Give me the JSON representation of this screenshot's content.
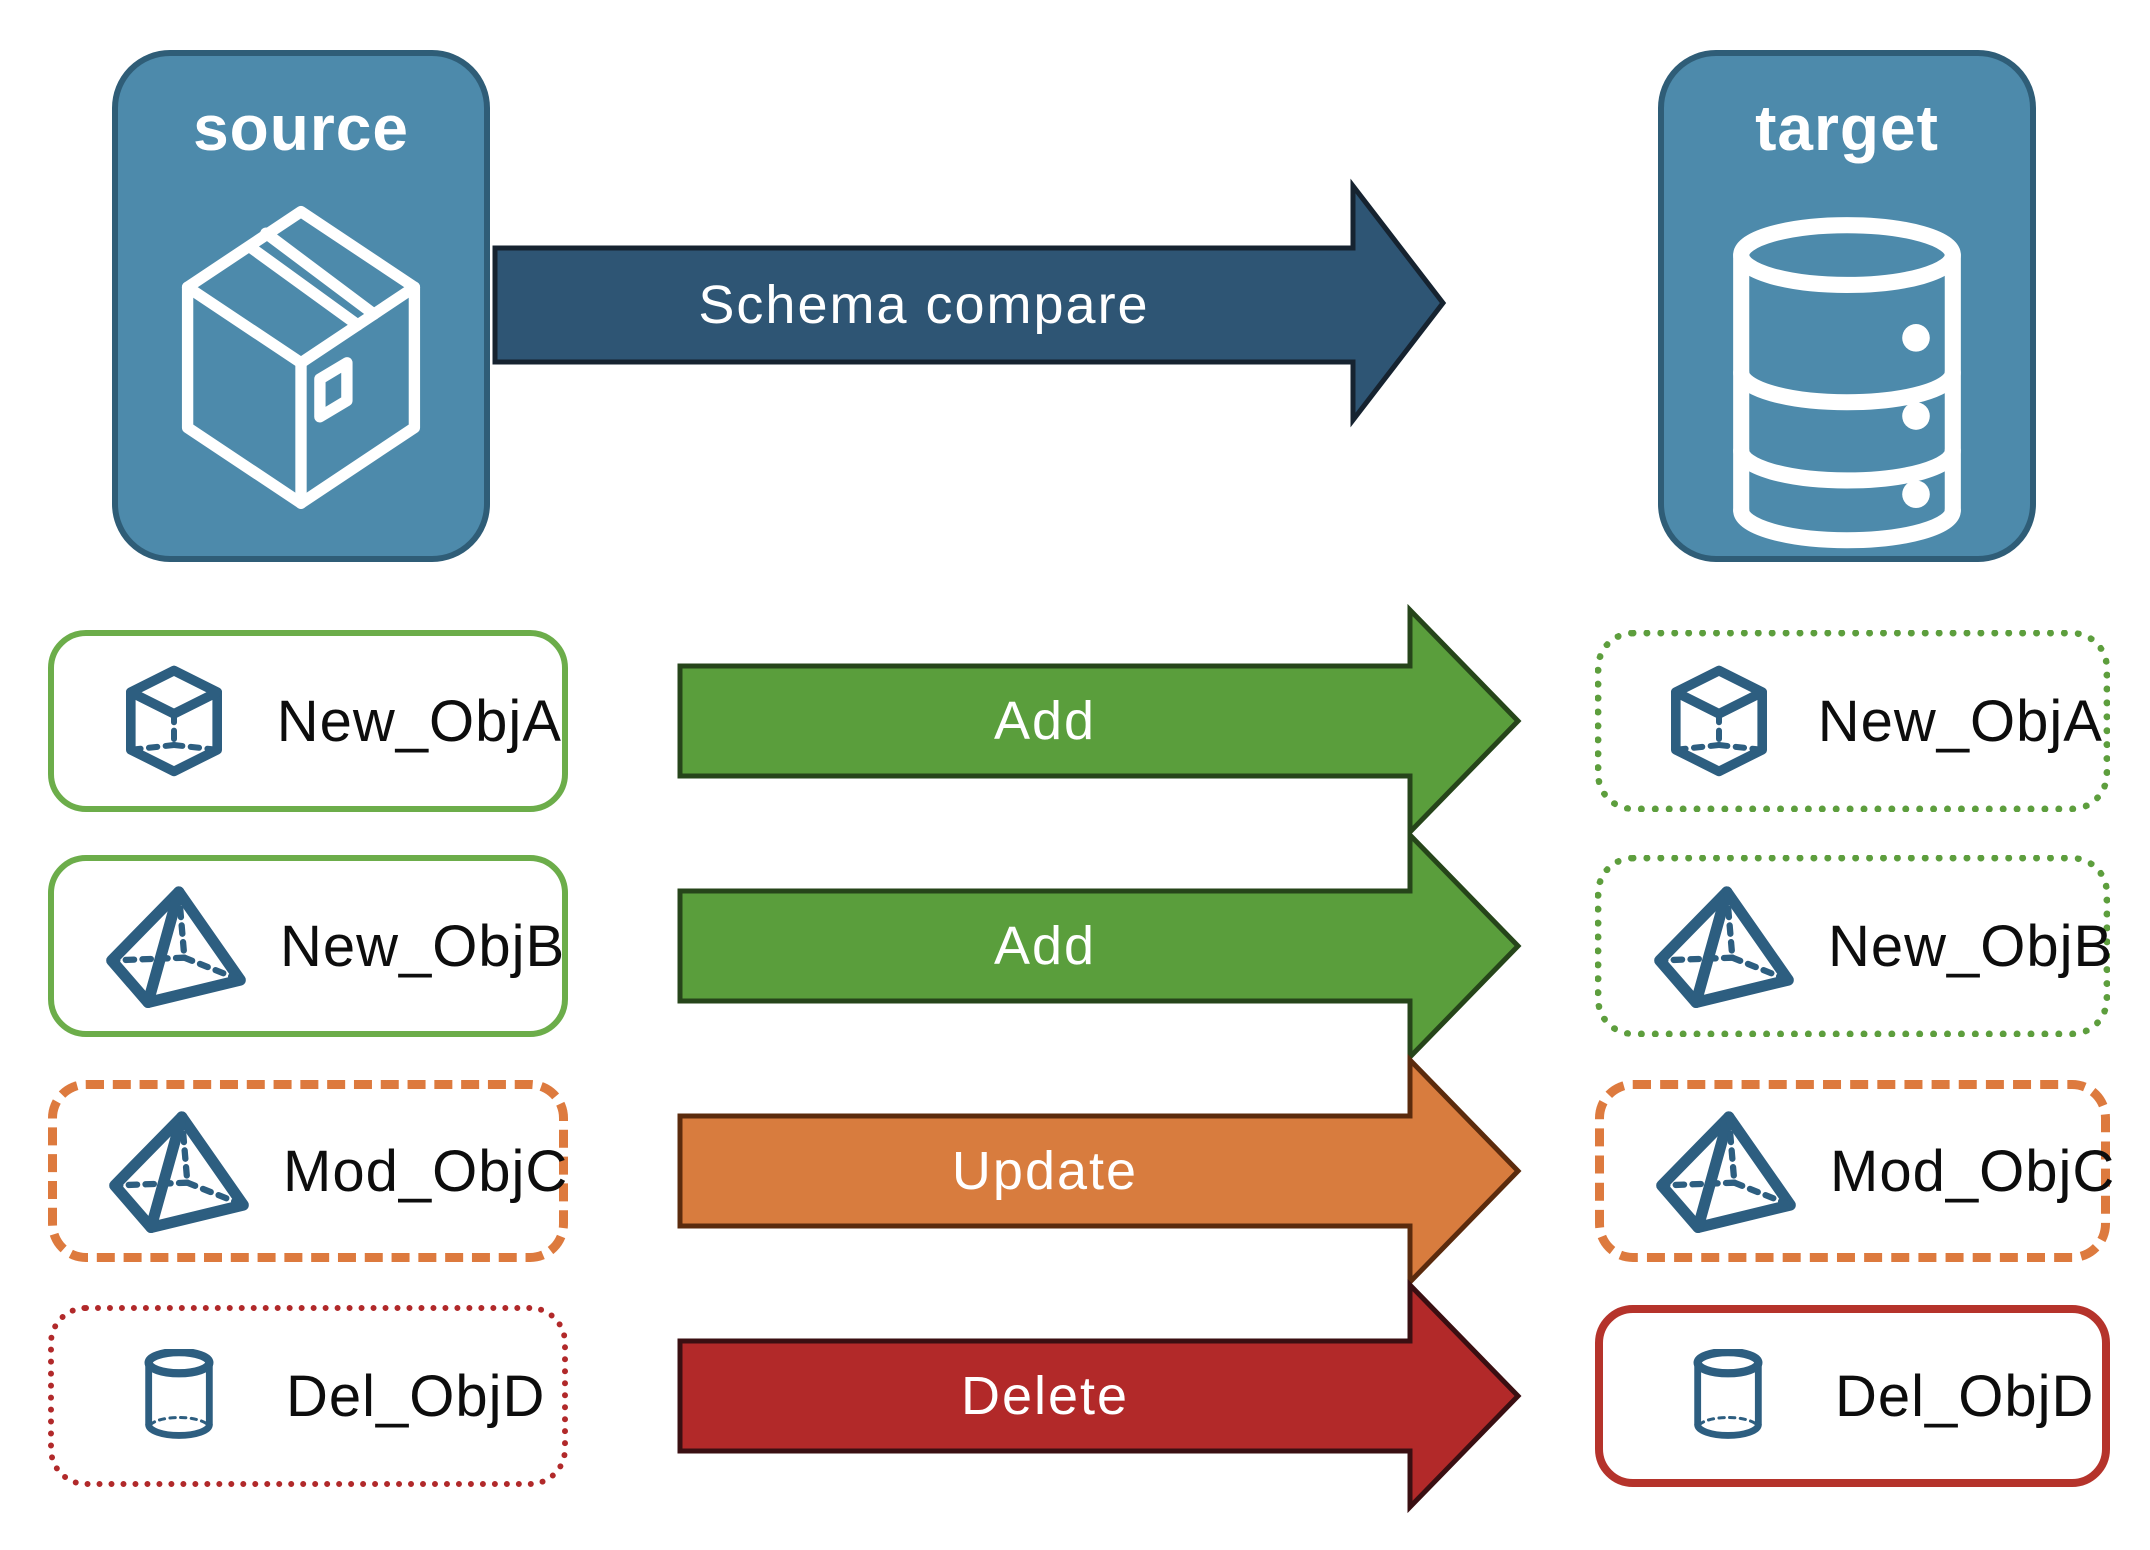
{
  "nodes": {
    "source": {
      "label": "source",
      "icon": "package-box-icon"
    },
    "target": {
      "label": "target",
      "icon": "database-icon"
    }
  },
  "schema_arrow": {
    "label": "Schema compare"
  },
  "rows": [
    {
      "source_label": "New_ObjA",
      "target_label": "New_ObjA",
      "action_label": "Add",
      "icon": "cube-icon",
      "left_border": "green-solid",
      "right_border": "green-dotted",
      "action": "add"
    },
    {
      "source_label": "New_ObjB",
      "target_label": "New_ObjB",
      "action_label": "Add",
      "icon": "pyramid-icon",
      "left_border": "green-solid",
      "right_border": "green-dotted",
      "action": "add"
    },
    {
      "source_label": "Mod_ObjC",
      "target_label": "Mod_ObjC",
      "action_label": "Update",
      "icon": "pyramid-icon",
      "left_border": "orange-dashed",
      "right_border": "orange-dashed",
      "action": "update"
    },
    {
      "source_label": "Del_ObjD",
      "target_label": "Del_ObjD",
      "action_label": "Delete",
      "icon": "cylinder-icon",
      "left_border": "red-dotted",
      "right_border": "red-solid",
      "action": "delete"
    }
  ],
  "colors": {
    "node_fill": "#4d8aab",
    "node_border": "#2f5d77",
    "icon_blue": "#2d5e80",
    "schema_fill": "#2e5574",
    "schema_stroke": "#162330",
    "add_fill": "#5a9e3c",
    "add_stroke": "#26451a",
    "update_fill": "#d87c3e",
    "update_stroke": "#5b2b0d",
    "delete_fill": "#b22929",
    "delete_stroke": "#3a0f12",
    "green_solid": "#6cad4a",
    "green_dotted": "#5d9e3d",
    "orange_dash": "#dd7a3e",
    "red_dotted": "#b1292a",
    "red_solid": "#b5332b",
    "arrow_text": "#ffffff"
  }
}
